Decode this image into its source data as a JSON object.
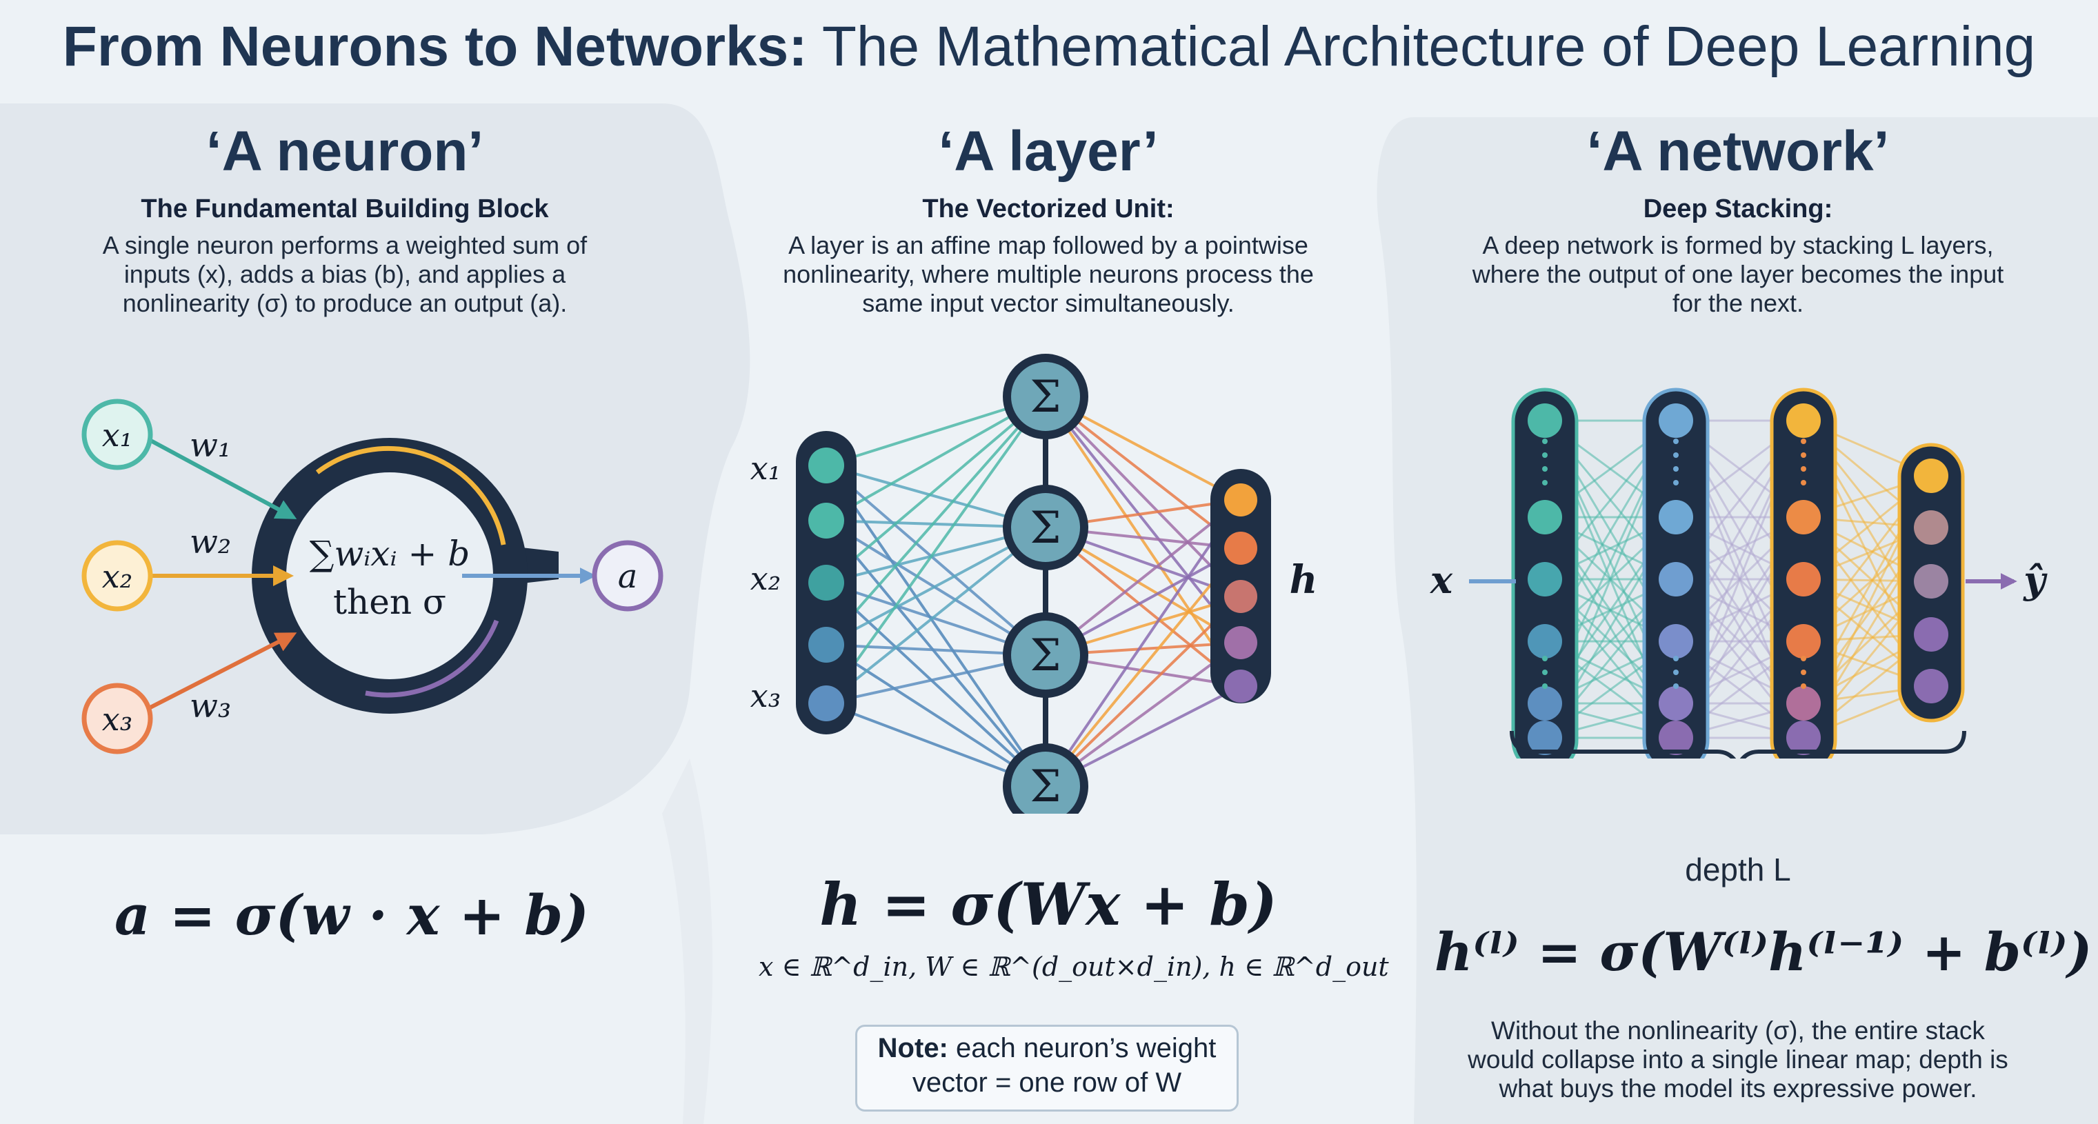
{
  "title": {
    "bold": "From Neurons to Networks:",
    "regular": " The Mathematical Architecture of Deep Learning"
  },
  "panels": [
    {
      "title": "‘A neuron’",
      "subtitle": "The Fundamental Building Block",
      "description": "A single neuron performs a weighted sum of inputs (x), adds a bias (b), and applies a nonlinearity (σ) to produce an output (a).",
      "equation": "a = σ(w · x + b)",
      "inputs": [
        "x₁",
        "x₂",
        "x₃"
      ],
      "weights": [
        "w₁",
        "w₂",
        "w₃"
      ],
      "node_text": [
        "∑wᵢxᵢ + b",
        "then σ"
      ],
      "output": "a"
    },
    {
      "title": "‘A layer’",
      "subtitle": "The Vectorized Unit:",
      "description": "A layer is an affine map followed by a pointwise nonlinearity, where multiple neurons process the same input vector simultaneously.",
      "equation": "h = σ(Wx + b)",
      "domain_line": "x ∈ ℝ^d_in, W ∈ ℝ^(d_out×d_in), h ∈ ℝ^d_out",
      "input_labels": [
        "x₁",
        "x₂",
        "x₃"
      ],
      "sum_symbol": "Σ",
      "output_label": "h",
      "note": {
        "bold": "Note:",
        "text": " each neuron’s weight vector = one row of W"
      }
    },
    {
      "title": "‘A network’",
      "subtitle": "Deep Stacking:",
      "description": "A deep network is formed by stacking L layers, where the output of one layer becomes the input for the next.",
      "input_label": "x",
      "output_label": "ŷ",
      "depth_label": "depth L",
      "equation": "h⁽ˡ⁾ = σ(W⁽ˡ⁾h⁽ˡ⁻¹⁾ + b⁽ˡ⁾)",
      "footer": "Without the nonlinearity (σ), the entire stack would collapse into a single linear map; depth is what buys the model its expressive power."
    }
  ],
  "colors": {
    "navy": "#1f3552",
    "teal": "#4db8a8",
    "yellow": "#f2b53c",
    "orange": "#e77b48",
    "purple": "#8a6cb0",
    "blue": "#5d8fc0"
  }
}
